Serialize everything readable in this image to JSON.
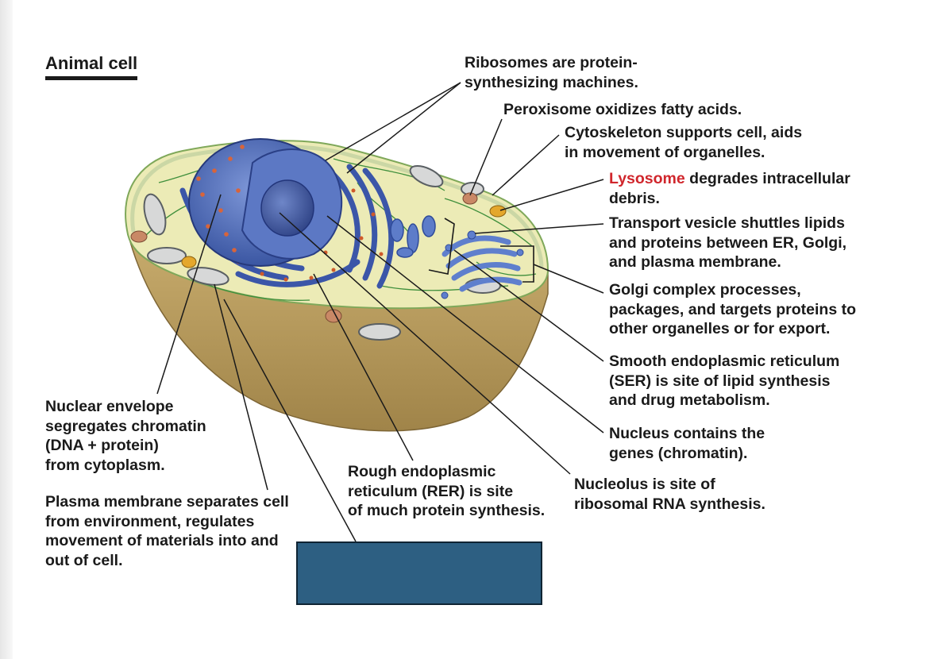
{
  "title": "Animal cell",
  "labels": {
    "ribosomes": [
      "Ribosomes are protein-",
      "synthesizing machines."
    ],
    "peroxisome": [
      "Peroxisome oxidizes fatty acids."
    ],
    "cytoskeleton": [
      "Cytoskeleton supports cell, aids",
      "in movement of organelles."
    ],
    "lysosome": {
      "term": "Lysosome",
      "rest": " degrades intracellular",
      "line2": "debris."
    },
    "transport_vesicle": [
      "Transport vesicle shuttles lipids",
      "and proteins between ER, Golgi,",
      "and plasma membrane."
    ],
    "golgi": [
      "Golgi complex processes,",
      "packages, and targets proteins to",
      "other organelles or for export."
    ],
    "ser": [
      "Smooth endoplasmic reticulum",
      "(SER) is site of lipid synthesis",
      "and drug metabolism."
    ],
    "nucleus": [
      "Nucleus contains the",
      "genes (chromatin)."
    ],
    "nucleolus": [
      "Nucleolus is site of",
      "ribosomal RNA synthesis."
    ],
    "rer": [
      "Rough endoplasmic",
      "reticulum (RER) is site",
      "of much protein synthesis."
    ],
    "nuclear_envelope": [
      "Nuclear envelope",
      "segregates chromatin",
      "(DNA + protein)",
      "from cytoplasm."
    ],
    "plasma_membrane": [
      "Plasma membrane separates cell",
      "from environment, regulates",
      "movement of materials into and",
      "out of cell."
    ]
  },
  "colors": {
    "cytoplasm": "#ecebb6",
    "cell_side": "#b69a5e",
    "nucleus": "#3f5db0",
    "golgi": "#5f7fcd",
    "lysosome_term": "#d0262c",
    "redaction_box": "#2d5f82"
  }
}
